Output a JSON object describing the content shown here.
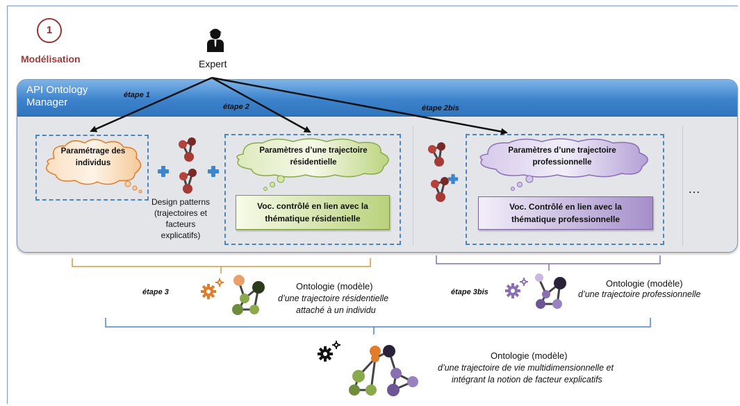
{
  "step_number": "1",
  "section_title": "Modélisation",
  "expert_label": "Expert",
  "panel_title": "API Ontology Manager",
  "etapes": {
    "e1": "étape 1",
    "e2": "étape 2",
    "e2bis": "étape 2bis",
    "e3": "étape 3",
    "e3bis": "étape 3bis"
  },
  "cloud_individus": "Paramétrage des individus",
  "cloud_residentiel": "Paramètres d’une trajectoire résidentielle",
  "cloud_professionnel": "Paramètres d’une trajectoire professionnelle",
  "voc_residentiel": "Voc. contrôlé en lien avec la thématique résidentielle",
  "voc_professionnel": "Voc. Contrôlé en lien avec la thématique professionnelle",
  "design_patterns": "Design patterns (trajectoires et facteurs explicatifs)",
  "ellipsis": "…",
  "onto_res": {
    "title": "Ontologie (modèle)",
    "line1": "d’une trajectoire résidentielle",
    "line2": "attaché à un individu"
  },
  "onto_pro": {
    "title": "Ontologie (modèle)",
    "line1": "d’une trajectoire professionnelle"
  },
  "onto_multi": {
    "title": "Ontologie (modèle)",
    "line1": "d’une trajectoire de vie multidimensionnelle et",
    "line2": "intégrant la notion de facteur explicatifs"
  },
  "colors": {
    "orange": "#e8843a",
    "green": "#8aa94a",
    "purple": "#8a6fb3",
    "blue": "#3d83cc",
    "dark_red": "#a0393a",
    "molecule_red": "#b5433c"
  }
}
